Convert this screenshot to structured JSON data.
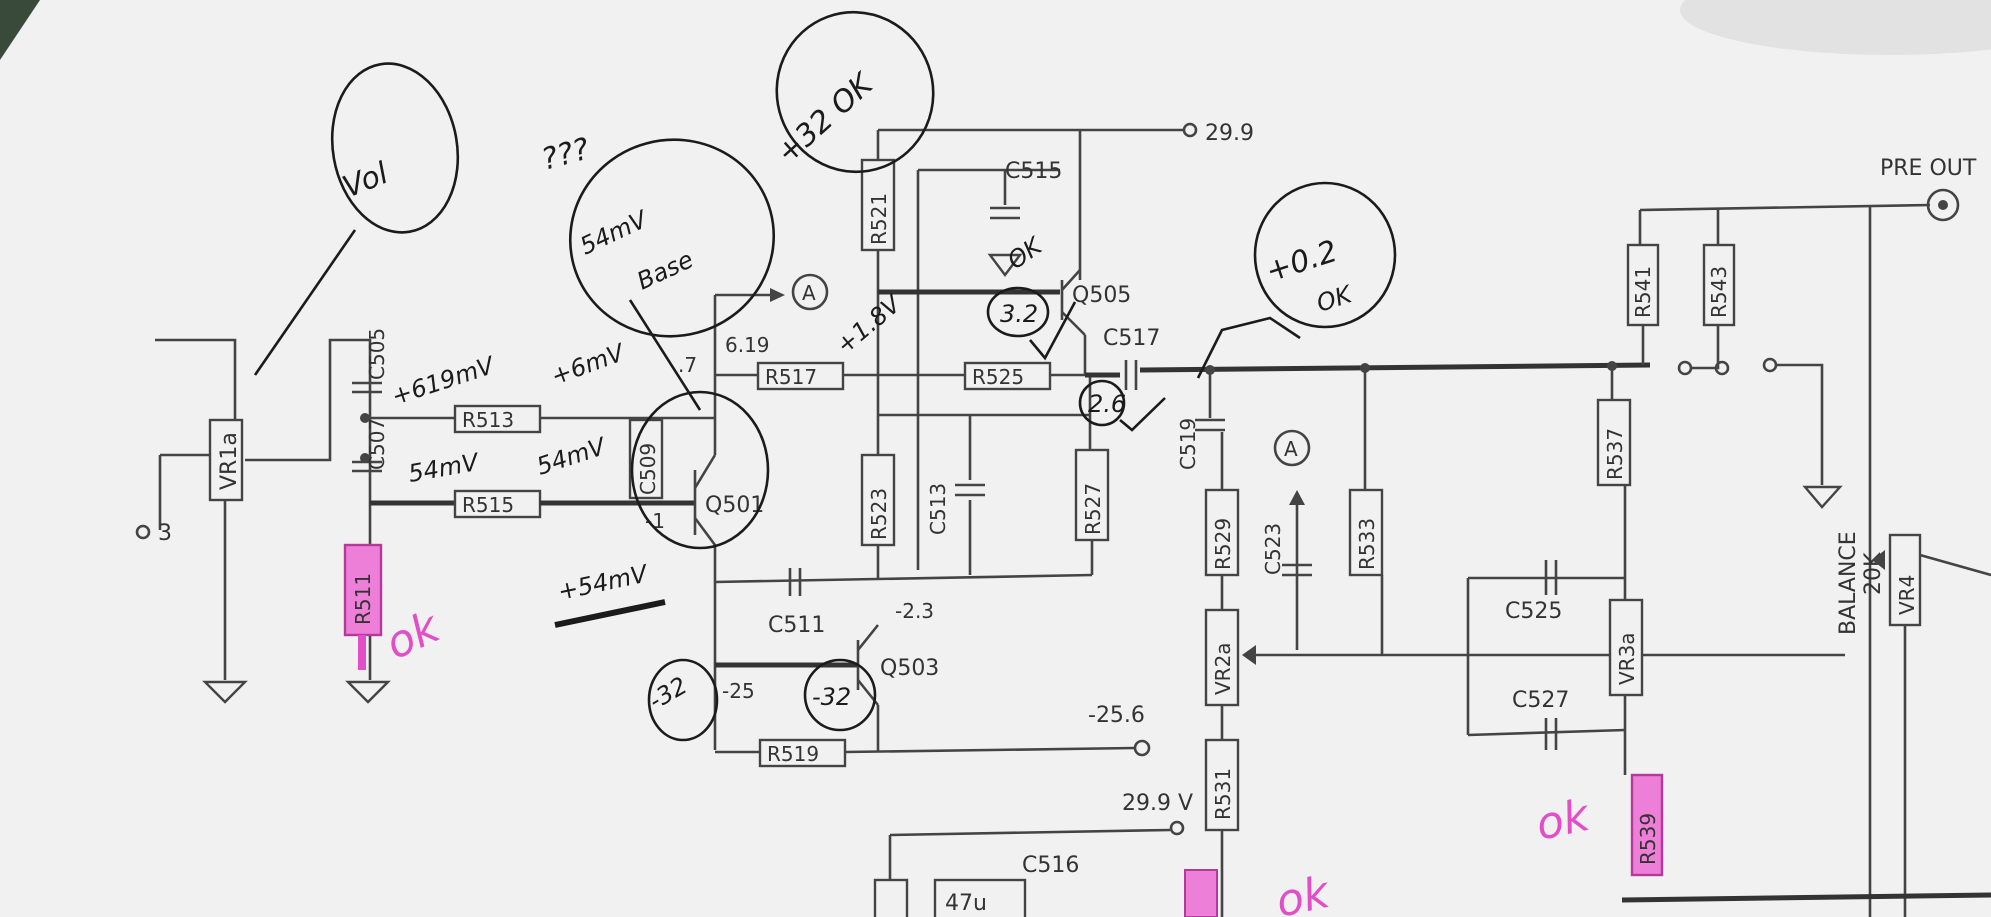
{
  "schematic": {
    "inputs": {
      "in_3": "3"
    },
    "ports": {
      "pre_out": "PRE OUT",
      "node_a_1": "A",
      "node_a_2": "A"
    },
    "rails": {
      "v_29_9_top": "29.9",
      "v_29_9_bottom": "29.9 V",
      "v_25_6": "-25.6"
    },
    "nodes": {
      "v_0_7": ".7",
      "v_6_19": "6.19",
      "v_2_3": "-2.3",
      "v_2_5": "-25",
      "v_0_1": "-1"
    },
    "potentiometers": {
      "vr1a": "VR1a",
      "vr2a": "VR2a",
      "vr3a": "VR3a",
      "vr4": "VR4",
      "balance": "BALANCE",
      "balance_value": "20K"
    },
    "resistors": {
      "r511": "R511",
      "r513": "R513",
      "r515": "R515",
      "r517": "R517",
      "r519": "R519",
      "r521": "R521",
      "r523": "R523",
      "r525": "R525",
      "r527": "R527",
      "r529": "R529",
      "r531": "R531",
      "r533": "R533",
      "r537": "R537",
      "r539": "R539",
      "r541": "R541",
      "r543": "R543"
    },
    "capacitors": {
      "c505": "C505",
      "c507": "C507",
      "c509": "C509",
      "c511": "C511",
      "c513": "C513",
      "c515": "C515",
      "c516": "C516",
      "c517": "C517",
      "c519": "C519",
      "c523": "C523",
      "c525": "C525",
      "c527": "C527",
      "c516_value": "47u"
    },
    "transistors": {
      "q501": "Q501",
      "q503": "Q503",
      "q505": "Q505"
    }
  },
  "annotations": {
    "vol": "Vol",
    "question": "???",
    "base_note_1": "54mV",
    "base_note_2": "Base",
    "v_plus32_ok": "+32 OK",
    "v_plus_1_8v": "+1.8V",
    "q505_ok": "OK",
    "q505_3_2": "3.2",
    "v_plus_0_2": "+0.2",
    "v_plus_0_2_ok": "OK",
    "v_2_6": "2.6",
    "v_minus32_left": "-32",
    "v_minus32_right": "-32",
    "left_619": "+619mV",
    "left_54mv": "54mV",
    "mid_plus6mv": "+6mV",
    "mid_54mv": "54mV",
    "plus_54mv": "+54mV",
    "ok_r511": "ok",
    "ok_r539": "ok",
    "ok_bottom": "ok"
  },
  "colors": {
    "paper": "#f1f1f1",
    "ink": "#1b1b1b",
    "wire": "#444444",
    "highlight": "#e24ec7"
  }
}
